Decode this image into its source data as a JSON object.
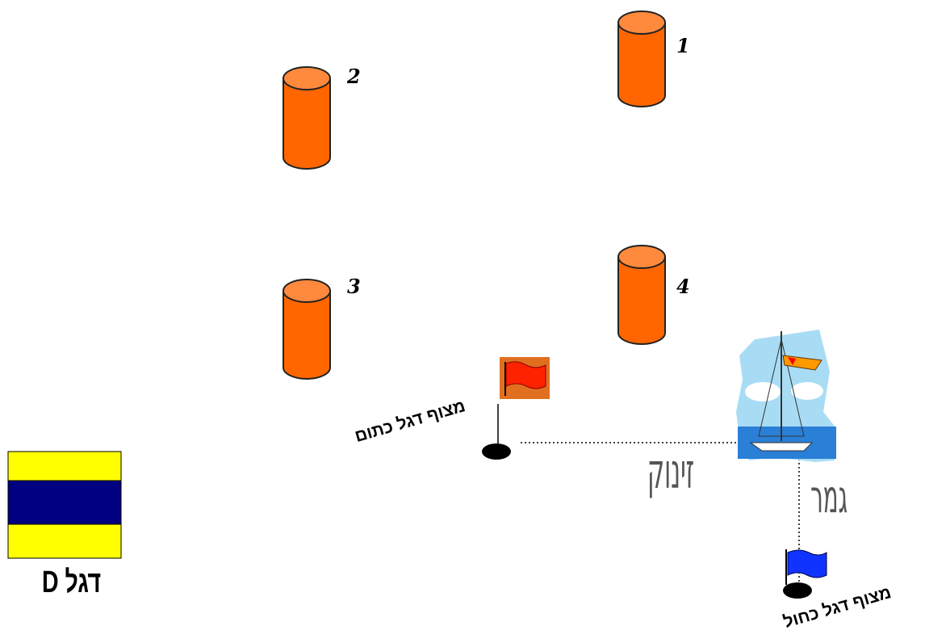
{
  "buoys": [
    {
      "id": "buoy-1",
      "number": "1",
      "color": "#ff6600",
      "top_color": "#ff8a3d"
    },
    {
      "id": "buoy-2",
      "number": "2",
      "color": "#ff6600",
      "top_color": "#ff8a3d"
    },
    {
      "id": "buoy-3",
      "number": "3",
      "color": "#ff6600",
      "top_color": "#ff8a3d"
    },
    {
      "id": "buoy-4",
      "number": "4",
      "color": "#ff6600",
      "top_color": "#ff8a3d"
    }
  ],
  "orange_flag_buoy": {
    "label": "מצוף דגל כתום",
    "flag_color": "#ff2200",
    "background": "#e07020"
  },
  "blue_flag_buoy": {
    "label": "מצוף דגל כחול",
    "flag_color": "#1133ff"
  },
  "start_line_label": "זינוק",
  "finish_line_label": "גמר",
  "d_flag": {
    "label": "דגל D",
    "stripe_colors": [
      "#ffff00",
      "#000080",
      "#ffff00"
    ]
  }
}
